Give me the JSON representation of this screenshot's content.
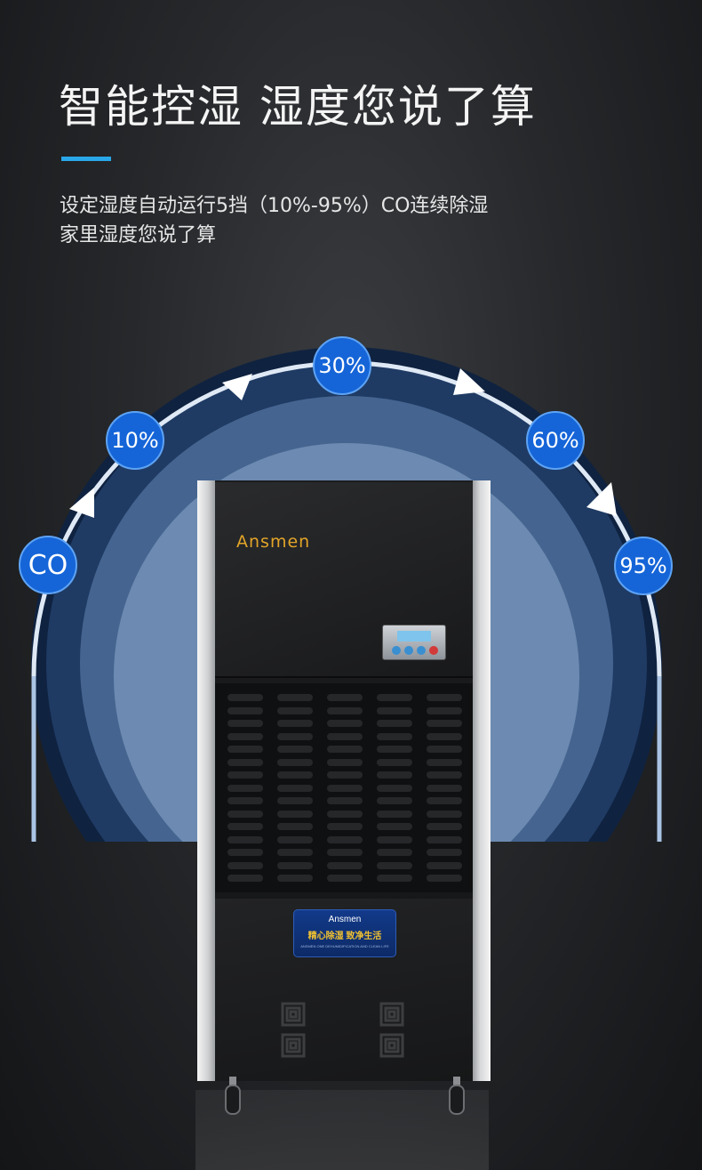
{
  "headline": {
    "title": "智能控湿 湿度您说了算",
    "accent_color": "#2aa7e8"
  },
  "description": {
    "line1": "设定湿度自动运行5挡（10%-95%）CO连续除湿",
    "line2": "家里湿度您说了算"
  },
  "humidity_levels": [
    {
      "label": "CO"
    },
    {
      "label": "10%"
    },
    {
      "label": "30%"
    },
    {
      "label": "60%"
    },
    {
      "label": "95%"
    }
  ],
  "product": {
    "brand": "Ansmen",
    "plate_brand": "Ansmen",
    "plate_slogan": "精心除湿  致净生活",
    "plate_tagline": "ANSMEN ONE DEHUMIDIFICATION AND CLEAN LIFE"
  },
  "colors": {
    "badge": "#1565d8",
    "arc_outer": "#dce8f6",
    "ring_dark": "#1e3a63",
    "ring_mid": "#45638c",
    "ring_inner": "#6c8ab1"
  }
}
